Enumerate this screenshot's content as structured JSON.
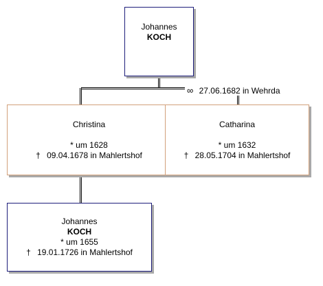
{
  "father": {
    "first_name": "Johannes",
    "surname": "KOCH"
  },
  "marriage": {
    "symbol": "∞",
    "date_place": "27.06.1682 in Wehrda"
  },
  "wife1": {
    "name": "Christina",
    "birth_symbol": "*",
    "birth": "um 1628",
    "death_symbol": "†",
    "death": "09.04.1678 in Mahlertshof"
  },
  "wife2": {
    "name": "Catharina",
    "birth_symbol": "*",
    "birth": "um 1632",
    "death_symbol": "†",
    "death": "28.05.1704 in Mahlertshof"
  },
  "child": {
    "first_name": "Johannes",
    "surname": "KOCH",
    "birth_symbol": "*",
    "birth": "um 1655",
    "death_symbol": "†",
    "death": "19.01.1726 in Mahlertshof"
  }
}
